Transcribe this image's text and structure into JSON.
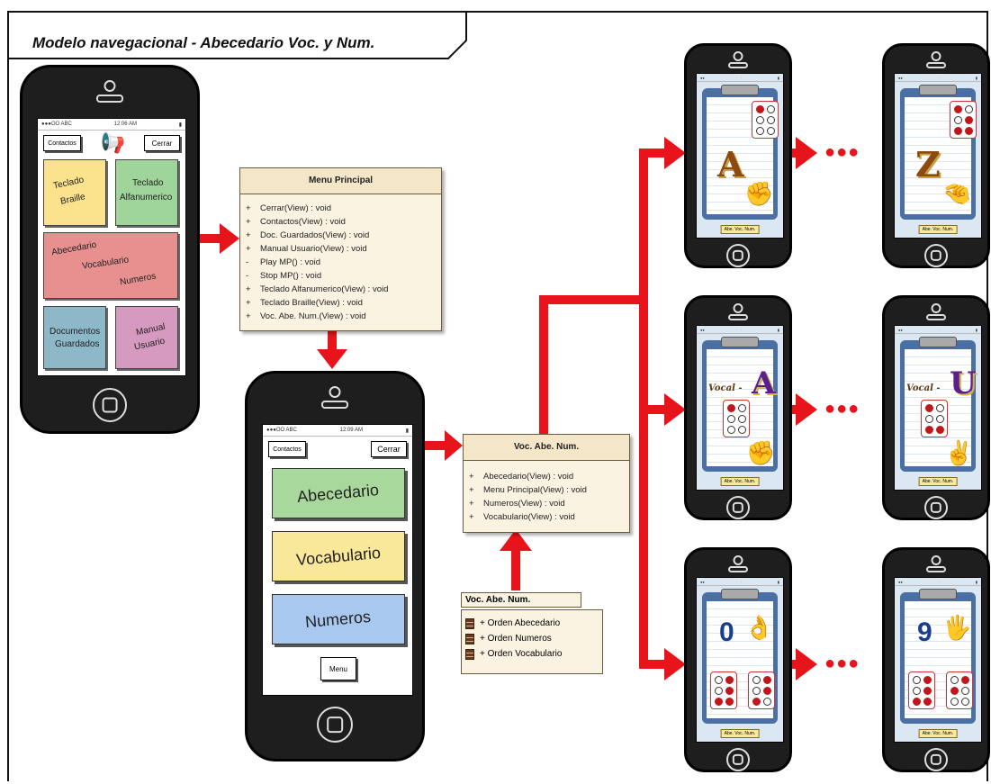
{
  "title": "Modelo navegacional - Abecedario Voc. y Num.",
  "colors": {
    "arrow": "#e8141b",
    "uml_fill": "#fbf3e2",
    "uml_header": "#f4e6c8"
  },
  "phone_main": {
    "status_carrier": "●●●OO ABC",
    "status_time": "12:06 AM",
    "contactos": "Contactos",
    "cerrar": "Cerrar",
    "megaphone_icon": "megaphone-icon",
    "tiles": [
      {
        "lines": [
          "Teclado",
          "Braille"
        ],
        "color": "#fbe38e"
      },
      {
        "lines": [
          "Teclado",
          "Alfanumerico"
        ],
        "color": "#9fd49a"
      },
      {
        "lines": [
          "Abecedario",
          "Vocabulario",
          "Numeros"
        ],
        "color": "#e89090"
      },
      {
        "lines": [
          "Documentos",
          "Guardados"
        ],
        "color": "#8db8c8"
      },
      {
        "lines": [
          "Manual",
          "Usuario"
        ],
        "color": "#d69ac0"
      }
    ]
  },
  "uml_menu": {
    "header": "Menu Principal",
    "ops": [
      {
        "vis": "+",
        "text": "Cerrar(View) : void"
      },
      {
        "vis": "+",
        "text": "Contactos(View) : void"
      },
      {
        "vis": "+",
        "text": "Doc. Guardados(View) : void"
      },
      {
        "vis": "+",
        "text": "Manual Usuario(View) : void"
      },
      {
        "vis": "-",
        "text": "Play MP() : void"
      },
      {
        "vis": "-",
        "text": "Stop MP() : void"
      },
      {
        "vis": "+",
        "text": "Teclado Alfanumerico(View) : void"
      },
      {
        "vis": "+",
        "text": "Teclado Braille(View) : void"
      },
      {
        "vis": "+",
        "text": "Voc. Abe. Num.(View) : void"
      }
    ]
  },
  "phone_second": {
    "status_carrier": "●●●OO ABC",
    "status_time": "12:09 AM",
    "contactos": "Contactos",
    "cerrar": "Cerrar",
    "buttons": [
      {
        "label": "Abecedario",
        "color": "#a8d89c"
      },
      {
        "label": "Vocabulario",
        "color": "#f9e79a"
      },
      {
        "label": "Numeros",
        "color": "#a9c8f0"
      }
    ],
    "menu": "Menu"
  },
  "uml_voc": {
    "header": "Voc. Abe. Num.",
    "ops": [
      {
        "vis": "+",
        "text": "Abecedario(View) : void"
      },
      {
        "vis": "+",
        "text": "Menu Principal(View) : void"
      },
      {
        "vis": "+",
        "text": "Numeros(View) : void"
      },
      {
        "vis": "+",
        "text": "Vocabulario(View) : void"
      }
    ]
  },
  "pkg": {
    "tab": "Voc. Abe. Num.",
    "items": [
      "+ Orden Abecedario",
      "+ Orden Numeros",
      "+ Orden Vocabulario"
    ]
  },
  "screens": {
    "sublabel": "Abe. Voc. Num.",
    "row1": [
      "A",
      "Z"
    ],
    "row2_prefix": "Vocal -",
    "row2": [
      "A",
      "U"
    ],
    "row3": [
      "0",
      "9"
    ],
    "ellipsis": "●●●"
  }
}
